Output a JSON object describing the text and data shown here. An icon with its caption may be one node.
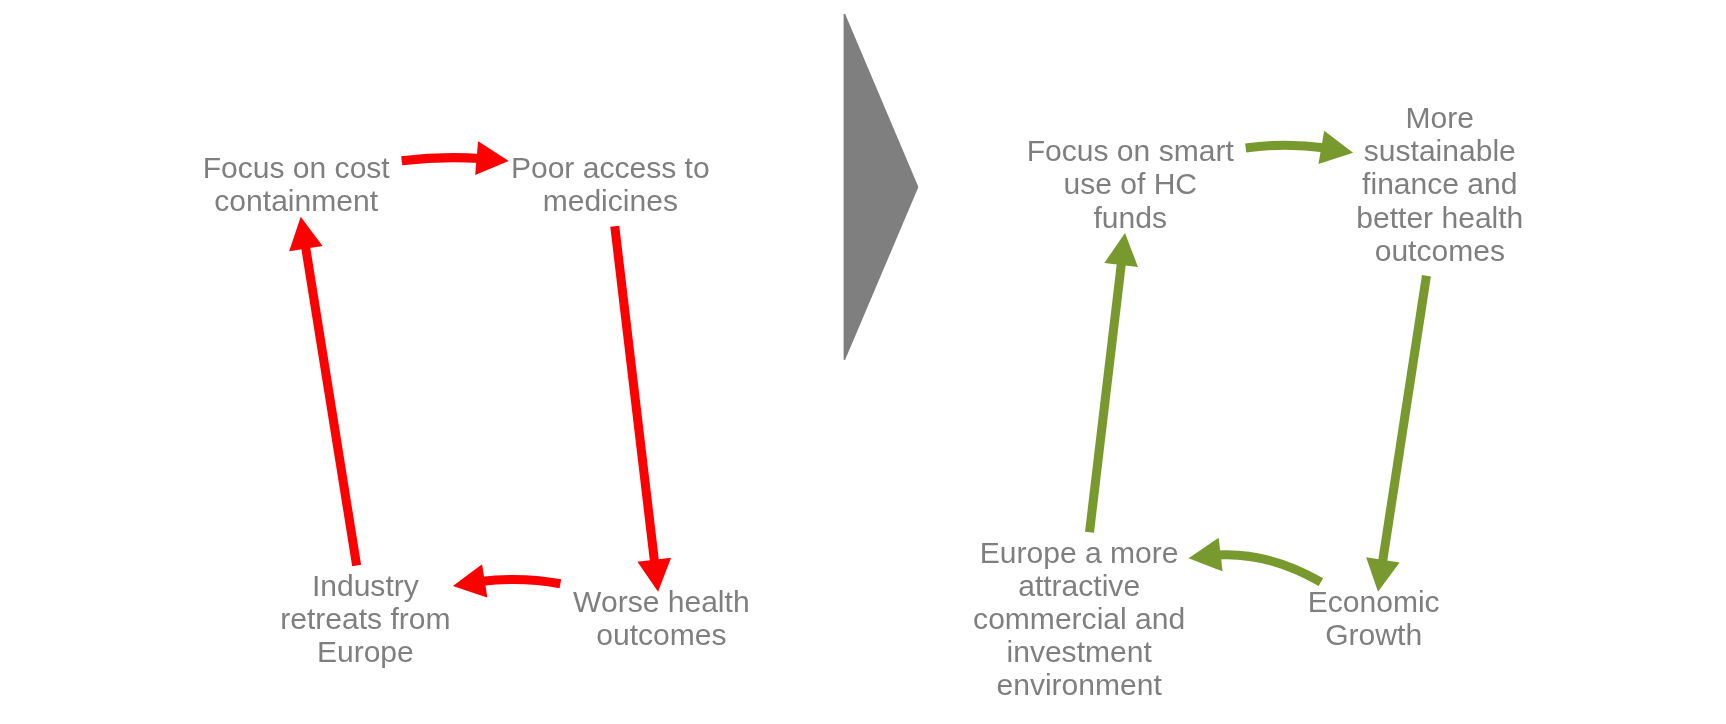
{
  "diagram": {
    "nodes": [
      {
        "text": [
          "Focus on cost containment"
        ]
      },
      {
        "text": [
          "Poor access to medicines"
        ]
      },
      {
        "text": [
          "Worse health outcomes"
        ]
      },
      {
        "text": [
          "Industry retreats from Europe"
        ]
      },
      {
        "text": [],
        "shape": "triangle"
      },
      {
        "text": [
          "Focus on smart use of HC funds"
        ]
      },
      {
        "text": [
          "More sustainable finance and better health outcomes"
        ]
      },
      {
        "text": [
          "Economic Growth"
        ]
      },
      {
        "text": [
          "Europe a more attractive commercial and investment environment"
        ]
      }
    ],
    "edges": [
      {
        "from": 0,
        "to": 1,
        "arrow": "to",
        "color": "#ff0000"
      },
      {
        "from": 1,
        "to": 2,
        "arrow": "to",
        "color": "#ff0000"
      },
      {
        "from": 2,
        "to": 3,
        "arrow": "to",
        "color": "#ff0000"
      },
      {
        "from": 3,
        "to": 0,
        "arrow": "to",
        "color": "#ff0000"
      },
      {
        "from": 5,
        "to": 6,
        "arrow": "to",
        "color": "#77992e"
      },
      {
        "from": 6,
        "to": 7,
        "arrow": "to",
        "color": "#77992e"
      },
      {
        "from": 7,
        "to": 8,
        "arrow": "to",
        "color": "#77992e"
      },
      {
        "from": 8,
        "to": 5,
        "arrow": "to",
        "color": "#77992e"
      }
    ]
  }
}
